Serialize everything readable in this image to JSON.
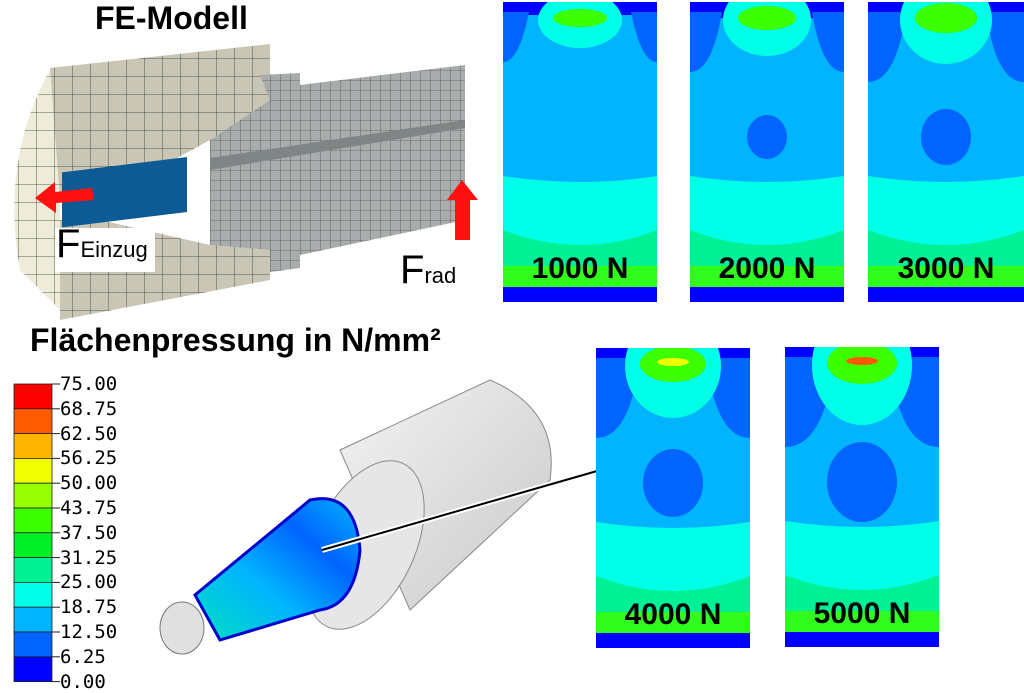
{
  "fe_model": {
    "title": "FE-Modell",
    "force_pull": {
      "symbol": "F",
      "subscript": "Einzug"
    },
    "force_radial": {
      "symbol": "F",
      "subscript": "rad"
    },
    "arrow_color": "#ff1010",
    "mesh_colors": {
      "clamp": "#c9c6b5",
      "clamp_end": "#eeecd9",
      "holder": "#a8acac",
      "pin": "#0e5a94"
    }
  },
  "pressure": {
    "title": "Flächenpressung in N/mm²",
    "legend": {
      "labels": [
        "75.00",
        "68.75",
        "62.50",
        "56.25",
        "50.00",
        "43.75",
        "37.50",
        "31.25",
        "25.00",
        "18.75",
        "12.50",
        "6.25",
        "0.00"
      ],
      "colors": [
        "#ff0000",
        "#ff5a00",
        "#ffb400",
        "#f0ff00",
        "#96ff00",
        "#3cff00",
        "#00f028",
        "#00f096",
        "#00ffe6",
        "#00b4ff",
        "#0064ff",
        "#0000ff"
      ]
    }
  },
  "load_cases": [
    {
      "label": "1000 N",
      "stage": 1
    },
    {
      "label": "2000 N",
      "stage": 2
    },
    {
      "label": "3000 N",
      "stage": 3
    },
    {
      "label": "4000 N",
      "stage": 4
    },
    {
      "label": "5000 N",
      "stage": 5
    }
  ]
}
